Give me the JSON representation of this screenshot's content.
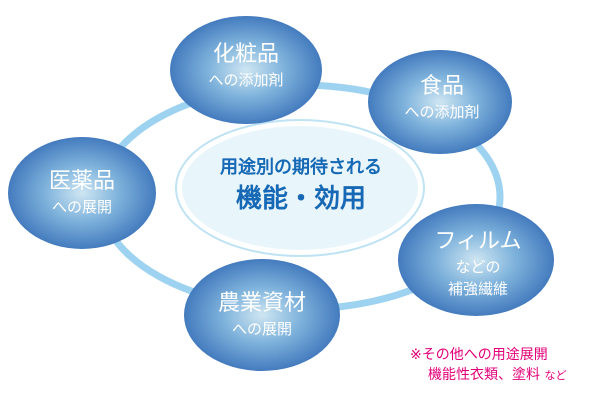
{
  "center": {
    "subtitle": "用途別の期待される",
    "title": "機能・効用"
  },
  "nodes": [
    {
      "name": "cosmetics",
      "line1": "化粧品",
      "line2": "への添加剤"
    },
    {
      "name": "food",
      "line1": "食品",
      "line2": "への添加剤"
    },
    {
      "name": "pharma",
      "line1": "医薬品",
      "line2": "への展開"
    },
    {
      "name": "film",
      "line1": "フィルム",
      "line2": "などの",
      "line3": "補強繊維"
    },
    {
      "name": "agri",
      "line1": "農業資材",
      "line2": "への展開"
    }
  ],
  "note": {
    "line1": "※その他への用途展開",
    "line2_main": "機能性衣類、塗料",
    "line2_small": "など"
  },
  "colors": {
    "ring": "#9dd2f0",
    "center_fill": "#e8f6fc",
    "center_text": "#1769b6",
    "node_light": "#cfe6f2",
    "node_dark": "#3870b8",
    "note_text": "#e2007a"
  }
}
